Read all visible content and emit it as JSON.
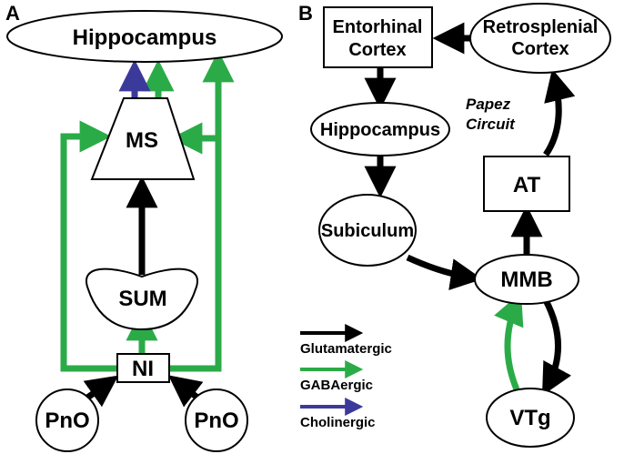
{
  "panel_a": {
    "letter": "A",
    "nodes": {
      "hippocampus": "Hippocampus",
      "ms": "MS",
      "sum": "SUM",
      "ni": "NI",
      "pno_left": "PnO",
      "pno_right": "PnO"
    }
  },
  "panel_b": {
    "letter": "B",
    "nodes": {
      "entorhinal_line1": "Entorhinal",
      "entorhinal_line2": "Cortex",
      "retrosplenial_line1": "Retrosplenial",
      "retrosplenial_line2": "Cortex",
      "hippocampus": "Hippocampus",
      "subiculum": "Subiculum",
      "at": "AT",
      "mmb": "MMB",
      "vtg": "VTg"
    },
    "circuit_label_line1": "Papez",
    "circuit_label_line2": "Circuit"
  },
  "legend": {
    "items": [
      {
        "label": "Glutamatergic",
        "color": "#000000"
      },
      {
        "label": "GABAergic",
        "color": "#2bab47"
      },
      {
        "label": "Cholinergic",
        "color": "#3b3a9a"
      }
    ]
  },
  "colors": {
    "glutamatergic": "#000000",
    "gabaergic": "#2bab47",
    "cholinergic": "#3b3a9a"
  }
}
